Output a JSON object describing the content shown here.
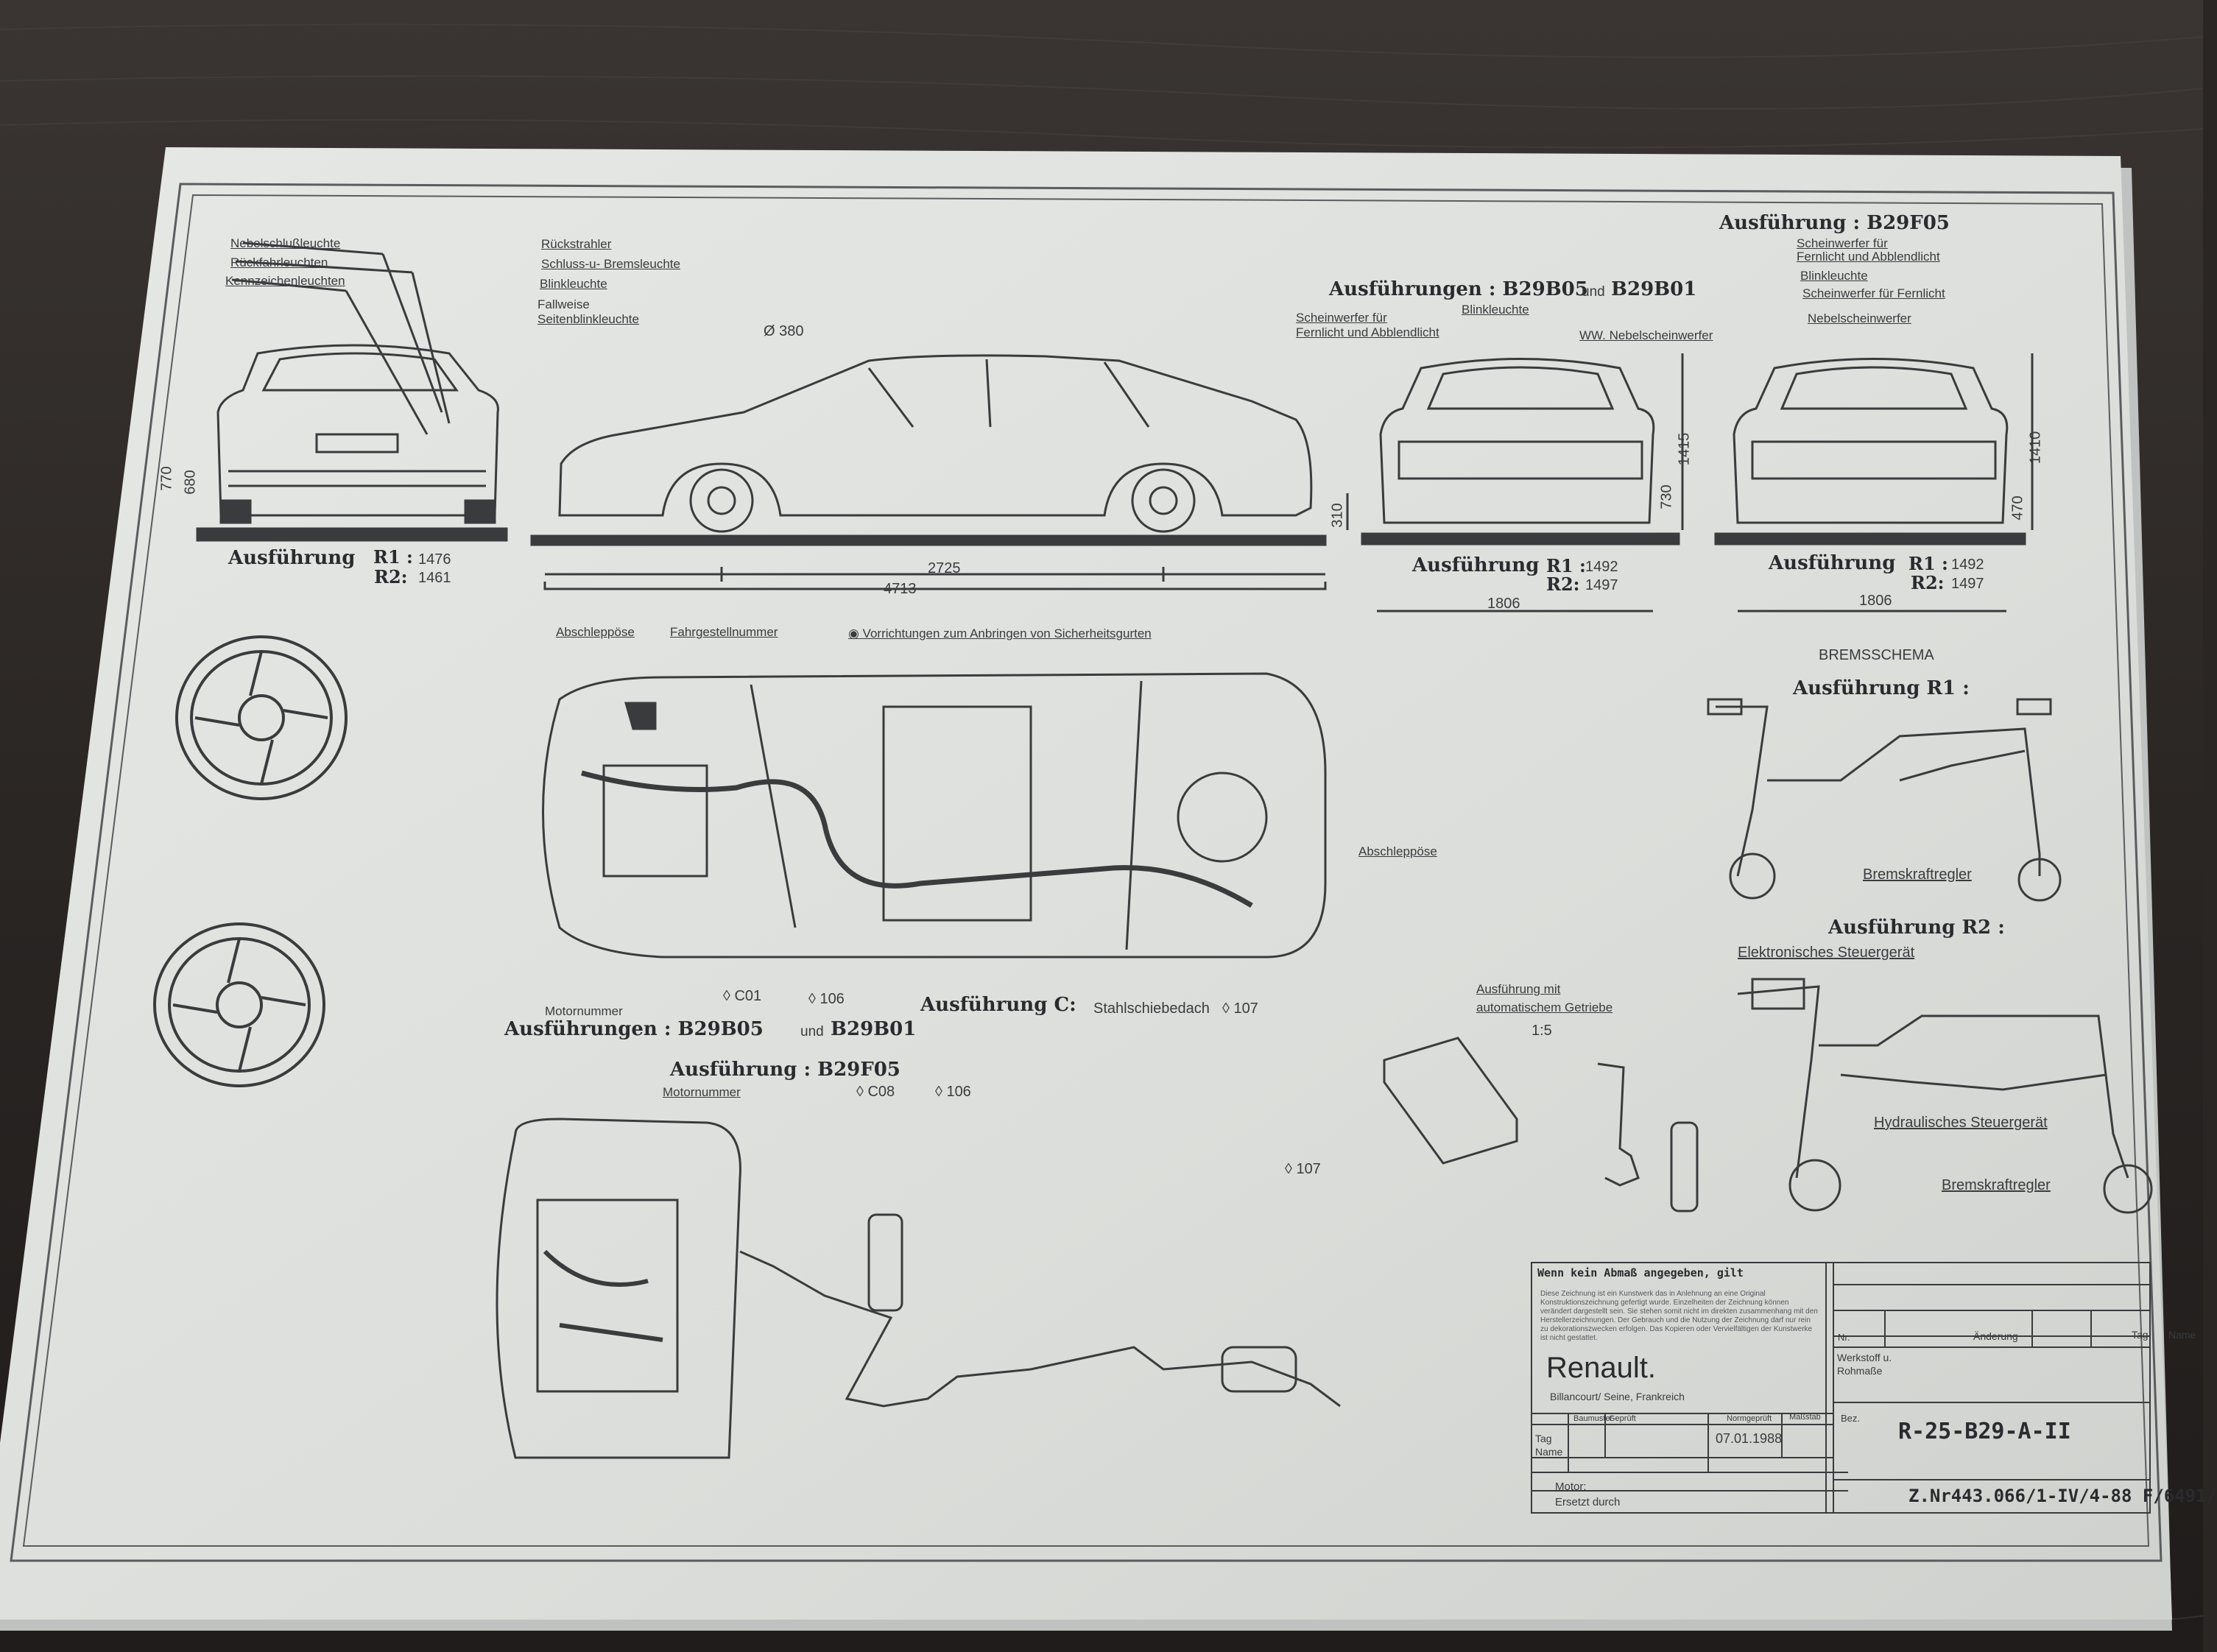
{
  "colors": {
    "table": "#2a2624",
    "paper": "#d9dbd8",
    "ink": "#3a3b3d"
  },
  "front_view": {
    "labels": [
      "Nebelschlußleuchte",
      "Rückfahrleuchten",
      "Kennzeichenleuchten"
    ],
    "dims": [
      "770",
      "680"
    ],
    "title": "Ausführung",
    "r1": "R1 :",
    "r1_val": "1476",
    "r2": "R2:",
    "r2_val": "1461"
  },
  "side_view": {
    "labels": [
      "Rückstrahler",
      "Schluss-u- Bremsleuchte",
      "Blinkleuchte",
      "Fallweise",
      "Seitenblinkleuchte"
    ],
    "diameter": "Ø 380",
    "wheelbase": "2725",
    "length": "4713"
  },
  "front_b29b05": {
    "title": "Ausführungen : B29B05",
    "und": "und",
    "title2": "B29B01",
    "labels": [
      "Scheinwerfer für",
      "Fernlicht und Abblendlicht",
      "Blinkleuchte",
      "WW. Nebelscheinwerfer"
    ],
    "dims": [
      "1415",
      "730",
      "310"
    ],
    "ausf": "Ausführung",
    "r1": "R1 :",
    "r1_val": "1492",
    "r2": "R2:",
    "r2_val": "1497",
    "width": "1806"
  },
  "front_b29f05": {
    "title": "Ausführung : B29F05",
    "labels": [
      "Scheinwerfer für",
      "Fernlicht und Abblendlicht",
      "Blinkleuchte",
      "Scheinwerfer für Fernlicht",
      "Nebelscheinwerfer"
    ],
    "dims": [
      "1410",
      "470"
    ],
    "ausf": "Ausführung",
    "r1": "R1 :",
    "r1_val": "1492",
    "r2": "R2:",
    "r2_val": "1497",
    "width": "1806"
  },
  "top_view": {
    "labels": [
      "Abschleppöse",
      "Fahrgestellnummer",
      "◉ Vorrichtungen zum Anbringen von Sicherheitsgurten",
      "Abschleppöse",
      "Motornummer",
      "◊ C01",
      "◊ 106",
      "◊ 107"
    ],
    "ausf_c": "Ausführung C:",
    "ausf_c_text": "Stahlschiebedach",
    "ausf_b": "Ausführungen : B29B05",
    "und": "und",
    "ausf_b2": "B29B01"
  },
  "engine_view": {
    "title": "Ausführung : B29F05",
    "labels": [
      "Motornummer",
      "◊ C08",
      "◊ 106",
      "◊ 107"
    ]
  },
  "auto": {
    "line1": "Ausführung mit",
    "line2": "automatischem Getriebe",
    "scale": "1:5"
  },
  "brakes": {
    "schema": "BREMSSCHEMA",
    "r1_title": "Ausführung R1 :",
    "regler": "Bremskraftregler",
    "r2_title": "Ausführung R2 :",
    "steuer": "Elektronisches Steuergerät",
    "hydr": "Hydraulisches Steuergerät",
    "regler2": "Bremskraftregler"
  },
  "title_block": {
    "header": "Wenn kein Abmaß angegeben, gilt",
    "notice": "Diese Zeichnung ist ein Kunstwerk das in Anlehnung an eine Original Konstruktionszeichnung gefertigt wurde. Einzelheiten der Zeichnung können verändert dargestellt sein. Sie stehen somit nicht im direkten zusammenhang mit den Herstellerzeichnungen. Der Gebrauch und die Nutzung der Zeichnung darf nur rein zu dekorationszwecken erfolgen. Das Kopieren oder Vervielfältigen der Kunstwerke ist nicht gestattet.",
    "brand": "Renault.",
    "address": "Billancourt/ Seine, Frankreich",
    "cols": [
      "Baumuster",
      "Geprüft",
      "Normgeprüft",
      "Maßstab",
      "Bez."
    ],
    "date": "07.01.1988",
    "tag": "Tag",
    "name": "Name",
    "motor": "Motor:",
    "ersetzt": "Ersetzt durch",
    "nr": "Nr.",
    "aenderung": "Änderung",
    "tag2": "Tag",
    "name2": "Name",
    "werkstoff1": "Werkstoff u.",
    "werkstoff2": "Rohmaße",
    "code": "R-25-B29-A-II",
    "znr": "Z.Nr443.066/1-IV/4-88 F/6491/"
  }
}
